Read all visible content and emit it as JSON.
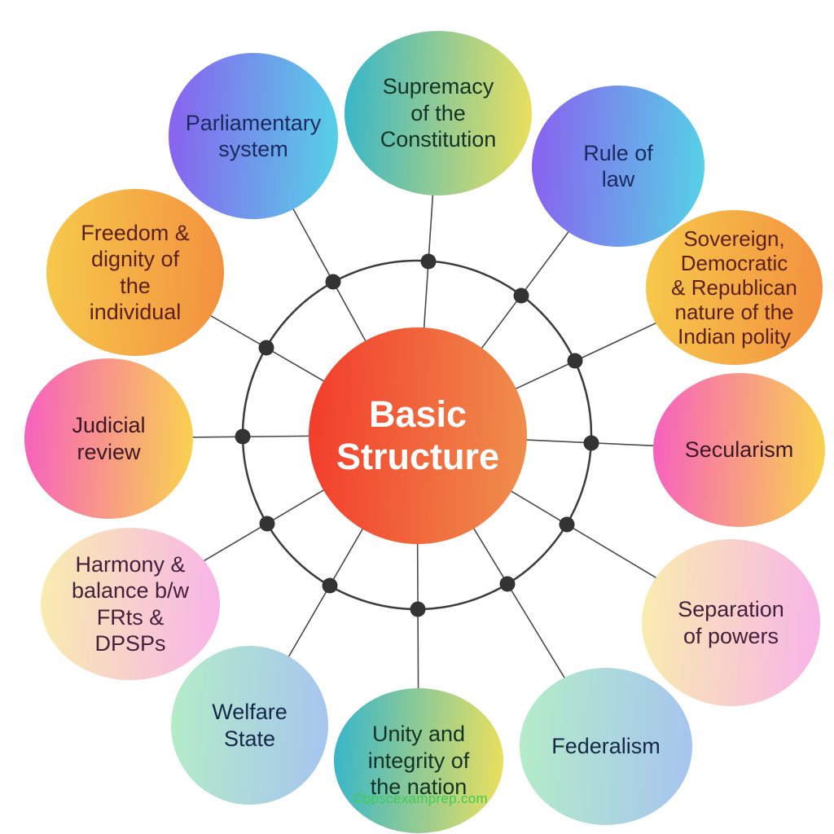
{
  "title": "Basic Structure of the Constitution diagram",
  "center": {
    "label": "Basic\nStructure",
    "colors": [
      "#f23b2b",
      "#f0904d"
    ],
    "text_color": "#ffffff"
  },
  "nodes": [
    {
      "id": "parliamentary-system",
      "label": "Parliamentary\nsystem",
      "colors": [
        "#8a5ff0",
        "#55d3e6"
      ],
      "text_color": "#1b2a5e"
    },
    {
      "id": "supremacy-of-the-constitution",
      "label": "Supremacy\nof the\nConstitution",
      "colors": [
        "#35b5cb",
        "#ede05c"
      ],
      "text_color": "#143325"
    },
    {
      "id": "rule-of-law",
      "label": "Rule of\nlaw",
      "colors": [
        "#8a5ff0",
        "#55d3e6"
      ],
      "text_color": "#1b2a5e"
    },
    {
      "id": "sovereign-democratic-republican-nature",
      "label": "Sovereign,\nDemocratic\n& Republican\nnature of the\nIndian polity",
      "colors": [
        "#f7c94b",
        "#f3903f"
      ],
      "text_color": "#5c2016"
    },
    {
      "id": "secularism",
      "label": "Secularism",
      "colors": [
        "#f75fc0",
        "#f9d44c"
      ],
      "text_color": "#3c1726"
    },
    {
      "id": "separation-of-powers",
      "label": "Separation\nof powers",
      "colors": [
        "#f9edaf",
        "#f8b3e9"
      ],
      "text_color": "#44203c"
    },
    {
      "id": "federalism",
      "label": "Federalism",
      "colors": [
        "#b4edc7",
        "#a6c4f0"
      ],
      "text_color": "#15284a"
    },
    {
      "id": "unity-and-integrity-of-the-nation",
      "label": "Unity and\nintegrity of\nthe nation",
      "colors": [
        "#35b5cb",
        "#ede05c"
      ],
      "text_color": "#143325"
    },
    {
      "id": "welfare-state",
      "label": "Welfare\nState",
      "colors": [
        "#b4edc7",
        "#a6c4f0"
      ],
      "text_color": "#15284a"
    },
    {
      "id": "harmony-balance-frts-dpsps",
      "label": "Harmony &\nbalance b/w\nFRts &\nDPSPs",
      "colors": [
        "#f9edaf",
        "#f8b3e9"
      ],
      "text_color": "#44203c"
    },
    {
      "id": "judicial-review",
      "label": "Judicial\nreview",
      "colors": [
        "#f75fc0",
        "#f9d44c"
      ],
      "text_color": "#3c1726"
    },
    {
      "id": "freedom-dignity-of-the-individual",
      "label": "Freedom &\ndignity of\nthe\nindividual",
      "colors": [
        "#f7c94b",
        "#f3903f"
      ],
      "text_color": "#5c2016"
    }
  ],
  "connector": {
    "ring_color": "#3d3d3d",
    "dot_color": "#333333",
    "line_color": "#4a4a4a"
  },
  "watermark": {
    "text": "©bpscexamprep.com",
    "color": "#3ecb52"
  }
}
